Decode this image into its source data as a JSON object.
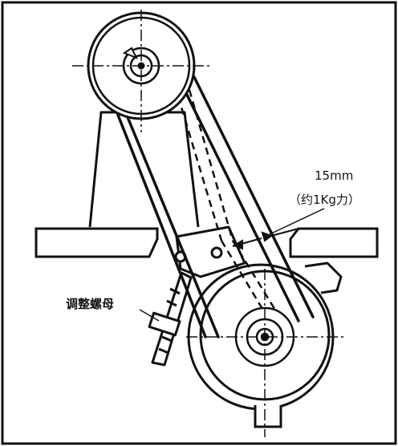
{
  "labels": {
    "deflection": "15mm",
    "force": "（约1Kg力）",
    "adjust_nut": "调整螺母"
  }
}
